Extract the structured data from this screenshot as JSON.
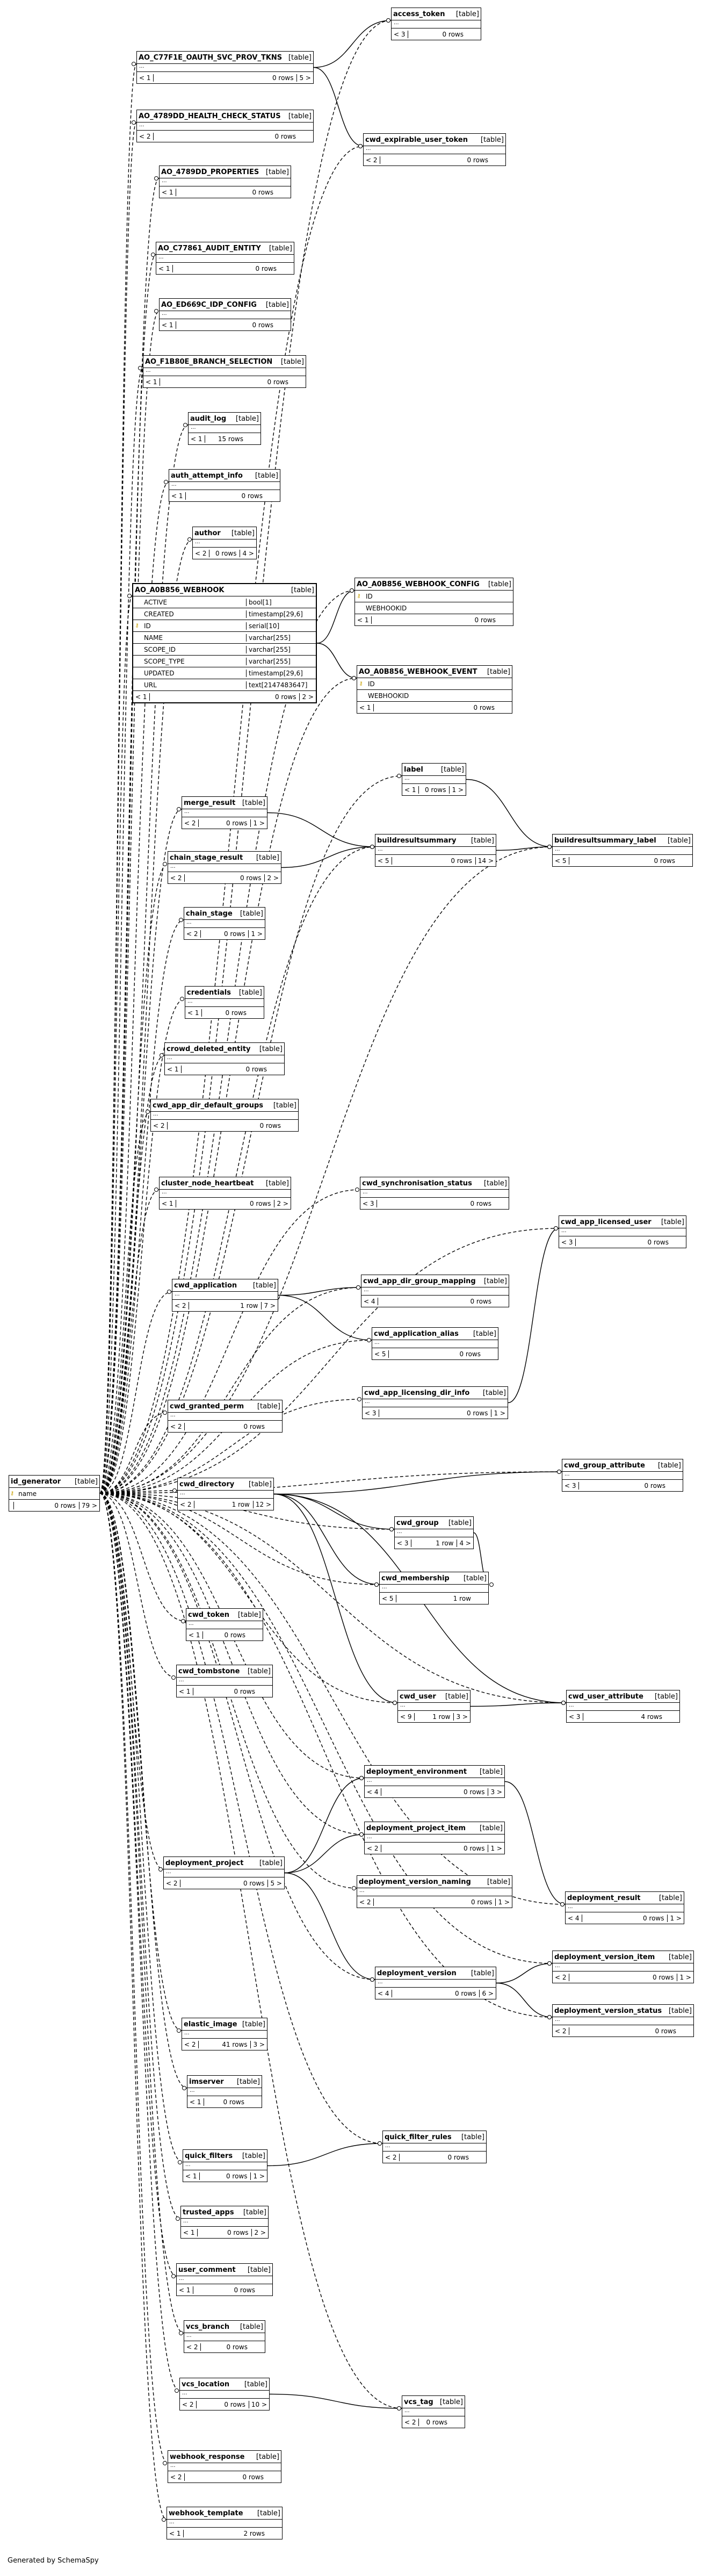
{
  "footer": "Generated by SchemaSpy",
  "tables": [
    {
      "id": "access_token",
      "name": "access_token",
      "kind": "[table]",
      "rows": [],
      "foot": {
        "parents": "< 3",
        "count": "0 rows",
        "children": ""
      }
    },
    {
      "id": "AO_C77F1E_OAUTH_SVC_PROV_TKNS",
      "name": "AO_C77F1E_OAUTH_SVC_PROV_TKNS",
      "kind": "[table]",
      "rows": [],
      "foot": {
        "parents": "< 1",
        "count": "0 rows",
        "children": "5 >"
      }
    },
    {
      "id": "AO_4789DD_HEALTH_CHECK_STATUS",
      "name": "AO_4789DD_HEALTH_CHECK_STATUS",
      "kind": "[table]",
      "rows": [],
      "foot": {
        "parents": "< 2",
        "count": "0 rows",
        "children": ""
      }
    },
    {
      "id": "cwd_expirable_user_token",
      "name": "cwd_expirable_user_token",
      "kind": "[table]",
      "rows": [],
      "foot": {
        "parents": "< 2",
        "count": "0 rows",
        "children": ""
      }
    },
    {
      "id": "AO_4789DD_PROPERTIES",
      "name": "AO_4789DD_PROPERTIES",
      "kind": "[table]",
      "rows": [],
      "foot": {
        "parents": "< 1",
        "count": "0 rows",
        "children": ""
      }
    },
    {
      "id": "AO_C77861_AUDIT_ENTITY",
      "name": "AO_C77861_AUDIT_ENTITY",
      "kind": "[table]",
      "rows": [],
      "foot": {
        "parents": "< 1",
        "count": "0 rows",
        "children": ""
      }
    },
    {
      "id": "AO_ED669C_IDP_CONFIG",
      "name": "AO_ED669C_IDP_CONFIG",
      "kind": "[table]",
      "rows": [],
      "foot": {
        "parents": "< 1",
        "count": "0 rows",
        "children": ""
      }
    },
    {
      "id": "AO_F1B80E_BRANCH_SELECTION",
      "name": "AO_F1B80E_BRANCH_SELECTION",
      "kind": "[table]",
      "rows": [],
      "foot": {
        "parents": "< 1",
        "count": "0 rows",
        "children": ""
      }
    },
    {
      "id": "audit_log",
      "name": "audit_log",
      "kind": "[table]",
      "rows": [],
      "foot": {
        "parents": "< 1",
        "count": "15 rows",
        "children": ""
      }
    },
    {
      "id": "auth_attempt_info",
      "name": "auth_attempt_info",
      "kind": "[table]",
      "rows": [],
      "foot": {
        "parents": "< 1",
        "count": "0 rows",
        "children": ""
      }
    },
    {
      "id": "author",
      "name": "author",
      "kind": "[table]",
      "rows": [],
      "foot": {
        "parents": "< 2",
        "count": "0 rows",
        "children": "4 >"
      }
    },
    {
      "id": "AO_A0B856_WEBHOOK",
      "name": "AO_A0B856_WEBHOOK",
      "kind": "[table]",
      "rows": [
        {
          "key": "",
          "name": "ACTIVE",
          "type": "bool[1]"
        },
        {
          "key": "",
          "name": "CREATED",
          "type": "timestamp[29,6]"
        },
        {
          "key": "🔑",
          "name": "ID",
          "type": "serial[10]"
        },
        {
          "key": "",
          "name": "NAME",
          "type": "varchar[255]"
        },
        {
          "key": "",
          "name": "SCOPE_ID",
          "type": "varchar[255]"
        },
        {
          "key": "",
          "name": "SCOPE_TYPE",
          "type": "varchar[255]"
        },
        {
          "key": "",
          "name": "UPDATED",
          "type": "timestamp[29,6]"
        },
        {
          "key": "",
          "name": "URL",
          "type": "text[2147483647]"
        }
      ],
      "foot": {
        "parents": "< 1",
        "count": "0 rows",
        "children": "2 >"
      }
    },
    {
      "id": "AO_A0B856_WEBHOOK_CONFIG",
      "name": "AO_A0B856_WEBHOOK_CONFIG",
      "kind": "[table]",
      "rows": [
        {
          "key": "🔑",
          "name": "ID",
          "type": ""
        },
        {
          "key": "",
          "name": "WEBHOOKID",
          "type": ""
        }
      ],
      "foot": {
        "parents": "< 1",
        "count": "0 rows",
        "children": ""
      }
    },
    {
      "id": "AO_A0B856_WEBHOOK_EVENT",
      "name": "AO_A0B856_WEBHOOK_EVENT",
      "kind": "[table]",
      "rows": [
        {
          "key": "🔑",
          "name": "ID",
          "type": ""
        },
        {
          "key": "",
          "name": "WEBHOOKID",
          "type": ""
        }
      ],
      "foot": {
        "parents": "< 1",
        "count": "0 rows",
        "children": ""
      }
    },
    {
      "id": "label",
      "name": "label",
      "kind": "[table]",
      "rows": [],
      "foot": {
        "parents": "< 1",
        "count": "0 rows",
        "children": "1 >"
      }
    },
    {
      "id": "merge_result",
      "name": "merge_result",
      "kind": "[table]",
      "rows": [],
      "foot": {
        "parents": "< 2",
        "count": "0 rows",
        "children": "1 >"
      }
    },
    {
      "id": "buildresultsummary",
      "name": "buildresultsummary",
      "kind": "[table]",
      "rows": [],
      "foot": {
        "parents": "< 5",
        "count": "0 rows",
        "children": "14 >"
      }
    },
    {
      "id": "buildresultsummary_label",
      "name": "buildresultsummary_label",
      "kind": "[table]",
      "rows": [],
      "foot": {
        "parents": "< 5",
        "count": "0 rows",
        "children": ""
      }
    },
    {
      "id": "chain_stage_result",
      "name": "chain_stage_result",
      "kind": "[table]",
      "rows": [],
      "foot": {
        "parents": "< 2",
        "count": "0 rows",
        "children": "2 >"
      }
    },
    {
      "id": "chain_stage",
      "name": "chain_stage",
      "kind": "[table]",
      "rows": [],
      "foot": {
        "parents": "< 2",
        "count": "0 rows",
        "children": "1 >"
      }
    },
    {
      "id": "credentials",
      "name": "credentials",
      "kind": "[table]",
      "rows": [],
      "foot": {
        "parents": "< 1",
        "count": "0 rows",
        "children": ""
      }
    },
    {
      "id": "crowd_deleted_entity",
      "name": "crowd_deleted_entity",
      "kind": "[table]",
      "rows": [],
      "foot": {
        "parents": "< 1",
        "count": "0 rows",
        "children": ""
      }
    },
    {
      "id": "cwd_app_dir_default_groups",
      "name": "cwd_app_dir_default_groups",
      "kind": "[table]",
      "rows": [],
      "foot": {
        "parents": "< 2",
        "count": "0 rows",
        "children": ""
      }
    },
    {
      "id": "cluster_node_heartbeat",
      "name": "cluster_node_heartbeat",
      "kind": "[table]",
      "rows": [],
      "foot": {
        "parents": "< 1",
        "count": "0 rows",
        "children": "2 >"
      }
    },
    {
      "id": "cwd_synchronisation_status",
      "name": "cwd_synchronisation_status",
      "kind": "[table]",
      "rows": [],
      "foot": {
        "parents": "< 3",
        "count": "0 rows",
        "children": ""
      }
    },
    {
      "id": "cwd_app_licensed_user",
      "name": "cwd_app_licensed_user",
      "kind": "[table]",
      "rows": [],
      "foot": {
        "parents": "< 3",
        "count": "0 rows",
        "children": ""
      }
    },
    {
      "id": "cwd_application",
      "name": "cwd_application",
      "kind": "[table]",
      "rows": [],
      "foot": {
        "parents": "< 2",
        "count": "1 row",
        "children": "7 >"
      }
    },
    {
      "id": "cwd_app_dir_group_mapping",
      "name": "cwd_app_dir_group_mapping",
      "kind": "[table]",
      "rows": [],
      "foot": {
        "parents": "< 4",
        "count": "0 rows",
        "children": ""
      }
    },
    {
      "id": "cwd_application_alias",
      "name": "cwd_application_alias",
      "kind": "[table]",
      "rows": [],
      "foot": {
        "parents": "< 5",
        "count": "0 rows",
        "children": ""
      }
    },
    {
      "id": "cwd_granted_perm",
      "name": "cwd_granted_perm",
      "kind": "[table]",
      "rows": [],
      "foot": {
        "parents": "< 2",
        "count": "0 rows",
        "children": ""
      }
    },
    {
      "id": "cwd_app_licensing_dir_info",
      "name": "cwd_app_licensing_dir_info",
      "kind": "[table]",
      "rows": [],
      "foot": {
        "parents": "< 3",
        "count": "0 rows",
        "children": "1 >"
      }
    },
    {
      "id": "id_generator",
      "name": "id_generator",
      "kind": "[table]",
      "rows": [
        {
          "key": "🔑",
          "name": "name",
          "type": ""
        }
      ],
      "foot": {
        "parents": "",
        "count": "0 rows",
        "children": "79 >"
      }
    },
    {
      "id": "cwd_group_attribute",
      "name": "cwd_group_attribute",
      "kind": "[table]",
      "rows": [],
      "foot": {
        "parents": "< 3",
        "count": "0 rows",
        "children": ""
      }
    },
    {
      "id": "cwd_directory",
      "name": "cwd_directory",
      "kind": "[table]",
      "rows": [],
      "foot": {
        "parents": "< 2",
        "count": "1 row",
        "children": "12 >"
      }
    },
    {
      "id": "cwd_group",
      "name": "cwd_group",
      "kind": "[table]",
      "rows": [],
      "foot": {
        "parents": "< 3",
        "count": "1 row",
        "children": "4 >"
      }
    },
    {
      "id": "cwd_membership",
      "name": "cwd_membership",
      "kind": "[table]",
      "rows": [],
      "foot": {
        "parents": "< 5",
        "count": "1 row",
        "children": ""
      }
    },
    {
      "id": "cwd_token",
      "name": "cwd_token",
      "kind": "[table]",
      "rows": [],
      "foot": {
        "parents": "< 1",
        "count": "0 rows",
        "children": ""
      }
    },
    {
      "id": "cwd_tombstone",
      "name": "cwd_tombstone",
      "kind": "[table]",
      "rows": [],
      "foot": {
        "parents": "< 1",
        "count": "0 rows",
        "children": ""
      }
    },
    {
      "id": "cwd_user",
      "name": "cwd_user",
      "kind": "[table]",
      "rows": [],
      "foot": {
        "parents": "< 9",
        "count": "1 row",
        "children": "3 >"
      }
    },
    {
      "id": "cwd_user_attribute",
      "name": "cwd_user_attribute",
      "kind": "[table]",
      "rows": [],
      "foot": {
        "parents": "< 3",
        "count": "4 rows",
        "children": ""
      }
    },
    {
      "id": "deployment_environment",
      "name": "deployment_environment",
      "kind": "[table]",
      "rows": [],
      "foot": {
        "parents": "< 4",
        "count": "0 rows",
        "children": "3 >"
      }
    },
    {
      "id": "deployment_project_item",
      "name": "deployment_project_item",
      "kind": "[table]",
      "rows": [],
      "foot": {
        "parents": "< 2",
        "count": "0 rows",
        "children": "1 >"
      }
    },
    {
      "id": "deployment_project",
      "name": "deployment_project",
      "kind": "[table]",
      "rows": [],
      "foot": {
        "parents": "< 2",
        "count": "0 rows",
        "children": "5 >"
      }
    },
    {
      "id": "deployment_version_naming",
      "name": "deployment_version_naming",
      "kind": "[table]",
      "rows": [],
      "foot": {
        "parents": "< 2",
        "count": "0 rows",
        "children": "1 >"
      }
    },
    {
      "id": "deployment_result",
      "name": "deployment_result",
      "kind": "[table]",
      "rows": [],
      "foot": {
        "parents": "< 4",
        "count": "0 rows",
        "children": "1 >"
      }
    },
    {
      "id": "deployment_version_item",
      "name": "deployment_version_item",
      "kind": "[table]",
      "rows": [],
      "foot": {
        "parents": "< 2",
        "count": "0 rows",
        "children": "1 >"
      }
    },
    {
      "id": "deployment_version",
      "name": "deployment_version",
      "kind": "[table]",
      "rows": [],
      "foot": {
        "parents": "< 4",
        "count": "0 rows",
        "children": "6 >"
      }
    },
    {
      "id": "deployment_version_status",
      "name": "deployment_version_status",
      "kind": "[table]",
      "rows": [],
      "foot": {
        "parents": "< 2",
        "count": "0 rows",
        "children": ""
      }
    },
    {
      "id": "elastic_image",
      "name": "elastic_image",
      "kind": "[table]",
      "rows": [],
      "foot": {
        "parents": "< 2",
        "count": "41 rows",
        "children": "3 >"
      }
    },
    {
      "id": "imserver",
      "name": "imserver",
      "kind": "[table]",
      "rows": [],
      "foot": {
        "parents": "< 1",
        "count": "0 rows",
        "children": ""
      }
    },
    {
      "id": "quick_filter_rules",
      "name": "quick_filter_rules",
      "kind": "[table]",
      "rows": [],
      "foot": {
        "parents": "< 2",
        "count": "0 rows",
        "children": ""
      }
    },
    {
      "id": "quick_filters",
      "name": "quick_filters",
      "kind": "[table]",
      "rows": [],
      "foot": {
        "parents": "< 1",
        "count": "0 rows",
        "children": "1 >"
      }
    },
    {
      "id": "trusted_apps",
      "name": "trusted_apps",
      "kind": "[table]",
      "rows": [],
      "foot": {
        "parents": "< 1",
        "count": "0 rows",
        "children": "2 >"
      }
    },
    {
      "id": "user_comment",
      "name": "user_comment",
      "kind": "[table]",
      "rows": [],
      "foot": {
        "parents": "< 1",
        "count": "0 rows",
        "children": ""
      }
    },
    {
      "id": "vcs_branch",
      "name": "vcs_branch",
      "kind": "[table]",
      "rows": [],
      "foot": {
        "parents": "< 2",
        "count": "0 rows",
        "children": ""
      }
    },
    {
      "id": "vcs_location",
      "name": "vcs_location",
      "kind": "[table]",
      "rows": [],
      "foot": {
        "parents": "< 2",
        "count": "0 rows",
        "children": "10 >"
      }
    },
    {
      "id": "vcs_tag",
      "name": "vcs_tag",
      "kind": "[table]",
      "rows": [],
      "foot": {
        "parents": "< 2",
        "count": "0 rows",
        "children": ""
      }
    },
    {
      "id": "webhook_response",
      "name": "webhook_response",
      "kind": "[table]",
      "rows": [],
      "foot": {
        "parents": "< 2",
        "count": "0 rows",
        "children": ""
      }
    },
    {
      "id": "webhook_template",
      "name": "webhook_template",
      "kind": "[table]",
      "rows": [],
      "foot": {
        "parents": "< 1",
        "count": "2 rows",
        "children": ""
      }
    }
  ]
}
